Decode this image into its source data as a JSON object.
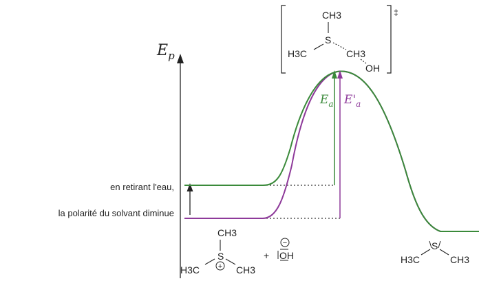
{
  "axis": {
    "energy_symbol": "E",
    "energy_subscript": "p"
  },
  "notes": {
    "line1": "en retirant l'eau,",
    "line2": "la polarité du solvant diminue"
  },
  "arrows": {
    "ea_symbol": "E",
    "ea_subscript": "a",
    "ea_prime_symbol": "E'",
    "ea_prime_subscript": "a"
  },
  "transition_state": {
    "top_group": "CH3",
    "sulfur": "S",
    "left_group": "H3C",
    "middle_group": "CH3",
    "hydroxide": "OH",
    "dagger": "‡"
  },
  "reactants": {
    "sulfonium_top": "CH3",
    "sulfonium_sulfur": "S",
    "sulfonium_left": "H3C",
    "sulfonium_right": "CH3",
    "charge_plus": "+",
    "plus_sign": "+",
    "hydroxide": "OH",
    "charge_minus": "−"
  },
  "products": {
    "sulfur": "S",
    "left_group": "H3C",
    "right_group": "CH3"
  },
  "colors": {
    "green": "#3a8a3a",
    "purple": "#8e3a9a",
    "axis": "#222222",
    "dotted": "#333333"
  }
}
